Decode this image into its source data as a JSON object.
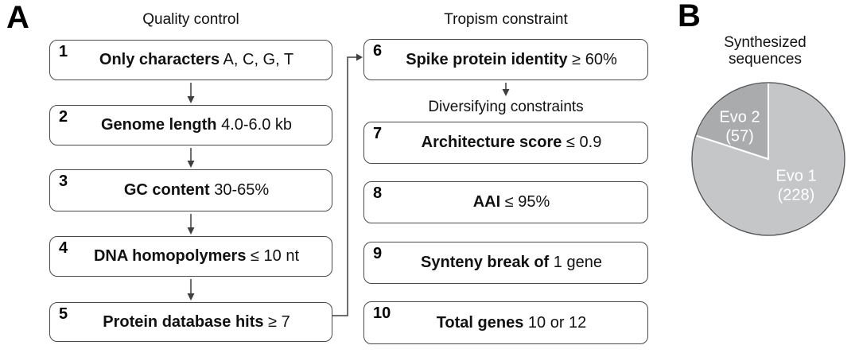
{
  "panel_a": {
    "label": "A",
    "headings": {
      "left": "Quality control",
      "right": "Tropism constraint",
      "diversifying": "Diversifying constraints"
    },
    "steps": [
      {
        "num": "1",
        "bold": "Only characters",
        "rest": " A, C, G, T"
      },
      {
        "num": "2",
        "bold": "Genome length",
        "rest": " 4.0-6.0 kb"
      },
      {
        "num": "3",
        "bold": "GC content",
        "rest": " 30-65%"
      },
      {
        "num": "4",
        "bold": "DNA homopolymers",
        "rest": " ≤ 10 nt"
      },
      {
        "num": "5",
        "bold": "Protein database hits",
        "rest": " ≥ 7"
      },
      {
        "num": "6",
        "bold": "Spike protein identity",
        "rest": " ≥ 60%"
      },
      {
        "num": "7",
        "bold": "Architecture score",
        "rest": " ≤ 0.9"
      },
      {
        "num": "8",
        "bold": "AAI",
        "rest": " ≤ 95%"
      },
      {
        "num": "9",
        "bold": "Synteny break of",
        "rest": " 1 gene"
      },
      {
        "num": "10",
        "bold": "Total genes",
        "rest": " 10 or 12"
      }
    ]
  },
  "panel_b": {
    "label": "B"
  },
  "chart_data": {
    "type": "pie",
    "title": "Synthesized sequences",
    "slices": [
      {
        "label": "Evo 1",
        "value": 228,
        "value_display": "(228)",
        "color": "#c5c6c8"
      },
      {
        "label": "Evo 2",
        "value": 57,
        "value_display": "(57)",
        "color": "#a9abad"
      }
    ],
    "start_angle_deg": 0,
    "direction": "clockwise",
    "outline_color": "#58595b",
    "divider_color": "#ffffff",
    "label_color": "#ffffff",
    "legend_position": "on-slice"
  }
}
